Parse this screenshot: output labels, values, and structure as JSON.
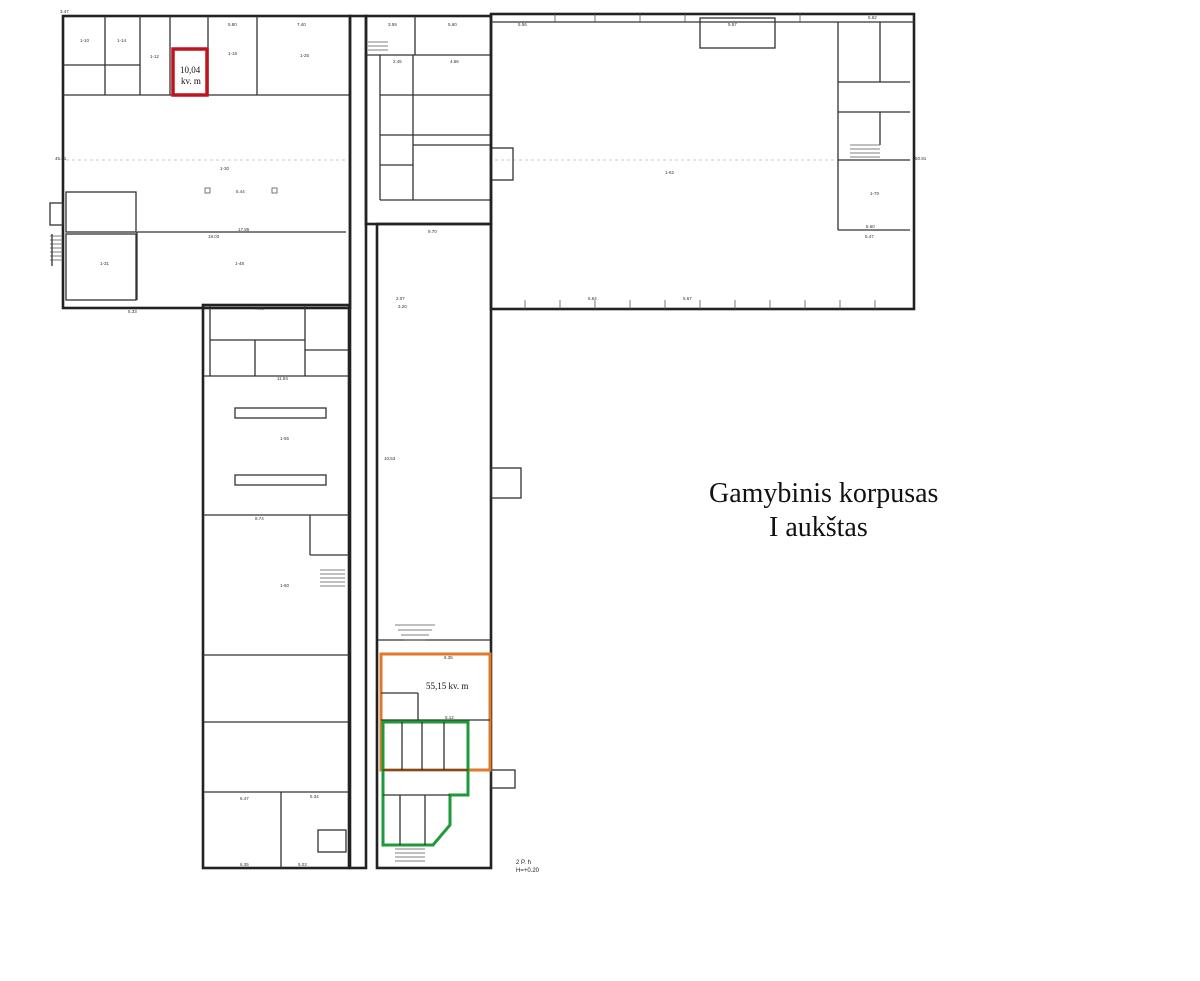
{
  "title": {
    "line1": "Gamybinis korpusas",
    "line2": "I aukštas"
  },
  "highlights": {
    "red": {
      "area_line1": "10,04",
      "area_line2": "kv. m",
      "color": "#c0141c"
    },
    "orange": {
      "area": "55,15 kv. m",
      "color": "#e07a2a"
    },
    "green": {
      "color": "#1e9a3a"
    }
  },
  "legend_note": {
    "line1": "2 P. h",
    "line2": "H=+0.20"
  },
  "dims": {
    "top_a": "3.47",
    "top_b": "5.80",
    "top_c": "7.40",
    "top_d": "3.59",
    "top_e": "5.60",
    "top_f": "5.56",
    "top_g": "5.57",
    "top_h": "5.62",
    "mid_a": "5.44",
    "mid_b": "17.86",
    "mid_c": "18.03",
    "side_a": "45.01",
    "side_b": "50.91",
    "low_a": "5.33",
    "low_b": "7.46",
    "low_c": "11.94",
    "low_d": "8.74",
    "low_e": "6.47",
    "low_f": "5.34",
    "low_g": "6.35",
    "low_h": "5.03",
    "right_a": "5.64",
    "right_b": "5.67",
    "right_c": "5.47",
    "right_d": "5.60",
    "col_a": "9.70",
    "col_b": "10.53",
    "col_c": "6.35",
    "col_d": "5.12",
    "small_a": "2.07",
    "small_b": "3.20",
    "small_c": "2.45",
    "small_d": "4.66"
  },
  "rooms": {
    "r1": "1-10",
    "r2": "1-14",
    "r3": "1-12",
    "r4": "1-16",
    "r5": "1-25",
    "r6": "1-30",
    "r7": "1-31",
    "r8": "1-48",
    "r9": "1-55",
    "r10": "1-60",
    "r11": "1-62",
    "r12": "1-70"
  }
}
